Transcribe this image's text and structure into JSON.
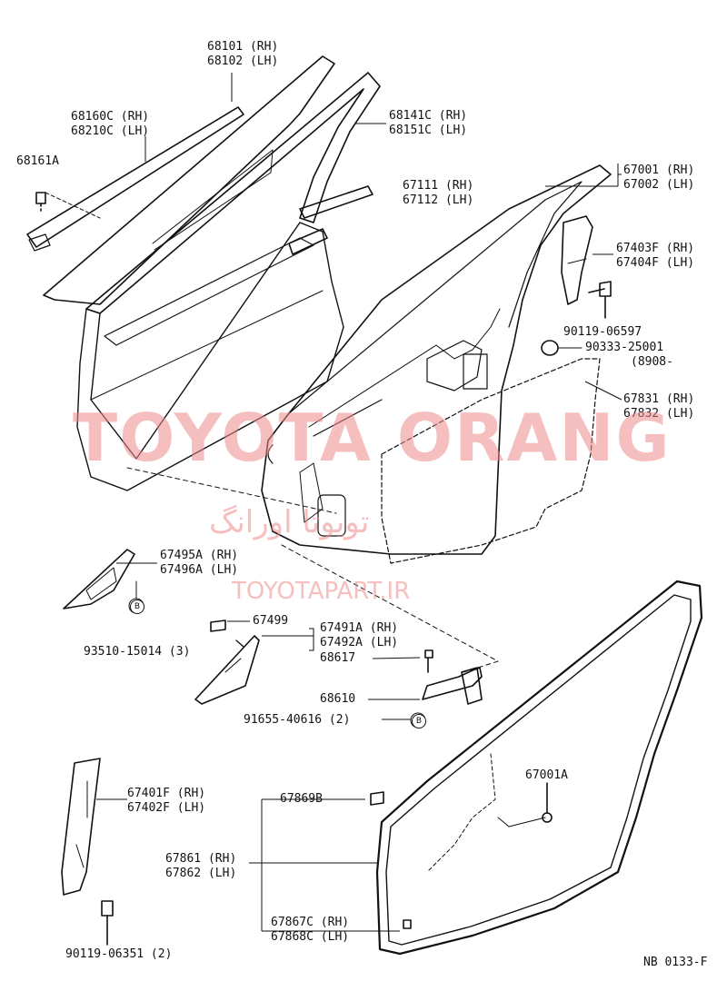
{
  "labels": {
    "p68101": "68101 (RH)",
    "p68102": "68102 (LH)",
    "p68160c": "68160C (RH)",
    "p68210c": "68210C (LH)",
    "p68161a": "68161A",
    "p68141c": "68141C (RH)",
    "p68151c": "68151C (LH)",
    "p67001": "67001 (RH)",
    "p67002": "67002 (LH)",
    "p67111": "67111 (RH)",
    "p67112": "67112 (LH)",
    "p67403f": "67403F (RH)",
    "p67404f": "67404F (LH)",
    "p90119_06597": "90119-06597",
    "p90333": "90333-25001",
    "p8908": "(8908-",
    "p67831": "67831 (RH)",
    "p67832": "67832 (LH)",
    "p67495a": "67495A (RH)",
    "p67496a": "67496A (LH)",
    "p93510": "93510-15014 (3)",
    "p67499": "67499",
    "p67491a": "67491A (RH)",
    "p67492a": "67492A (LH)",
    "p68617": "68617",
    "p68610": "68610",
    "p91655": "91655-40616 (2)",
    "p67401f": "67401F (RH)",
    "p67402f": "67402F (LH)",
    "p67001a": "67001A",
    "p67869b": "67869B",
    "p67861": "67861 (RH)",
    "p67862": "67862 (LH)",
    "p67867c": "67867C (RH)",
    "p67868c": "67868C (LH)",
    "p90119_06351": "90119-06351 (2)"
  },
  "callout": "B",
  "watermark": {
    "main": "TOYOTA ORANG",
    "arabic": "تویوتا اورانگ",
    "url": "TOYOTAPART.IR"
  },
  "drawing_code": "NB 0133-F"
}
